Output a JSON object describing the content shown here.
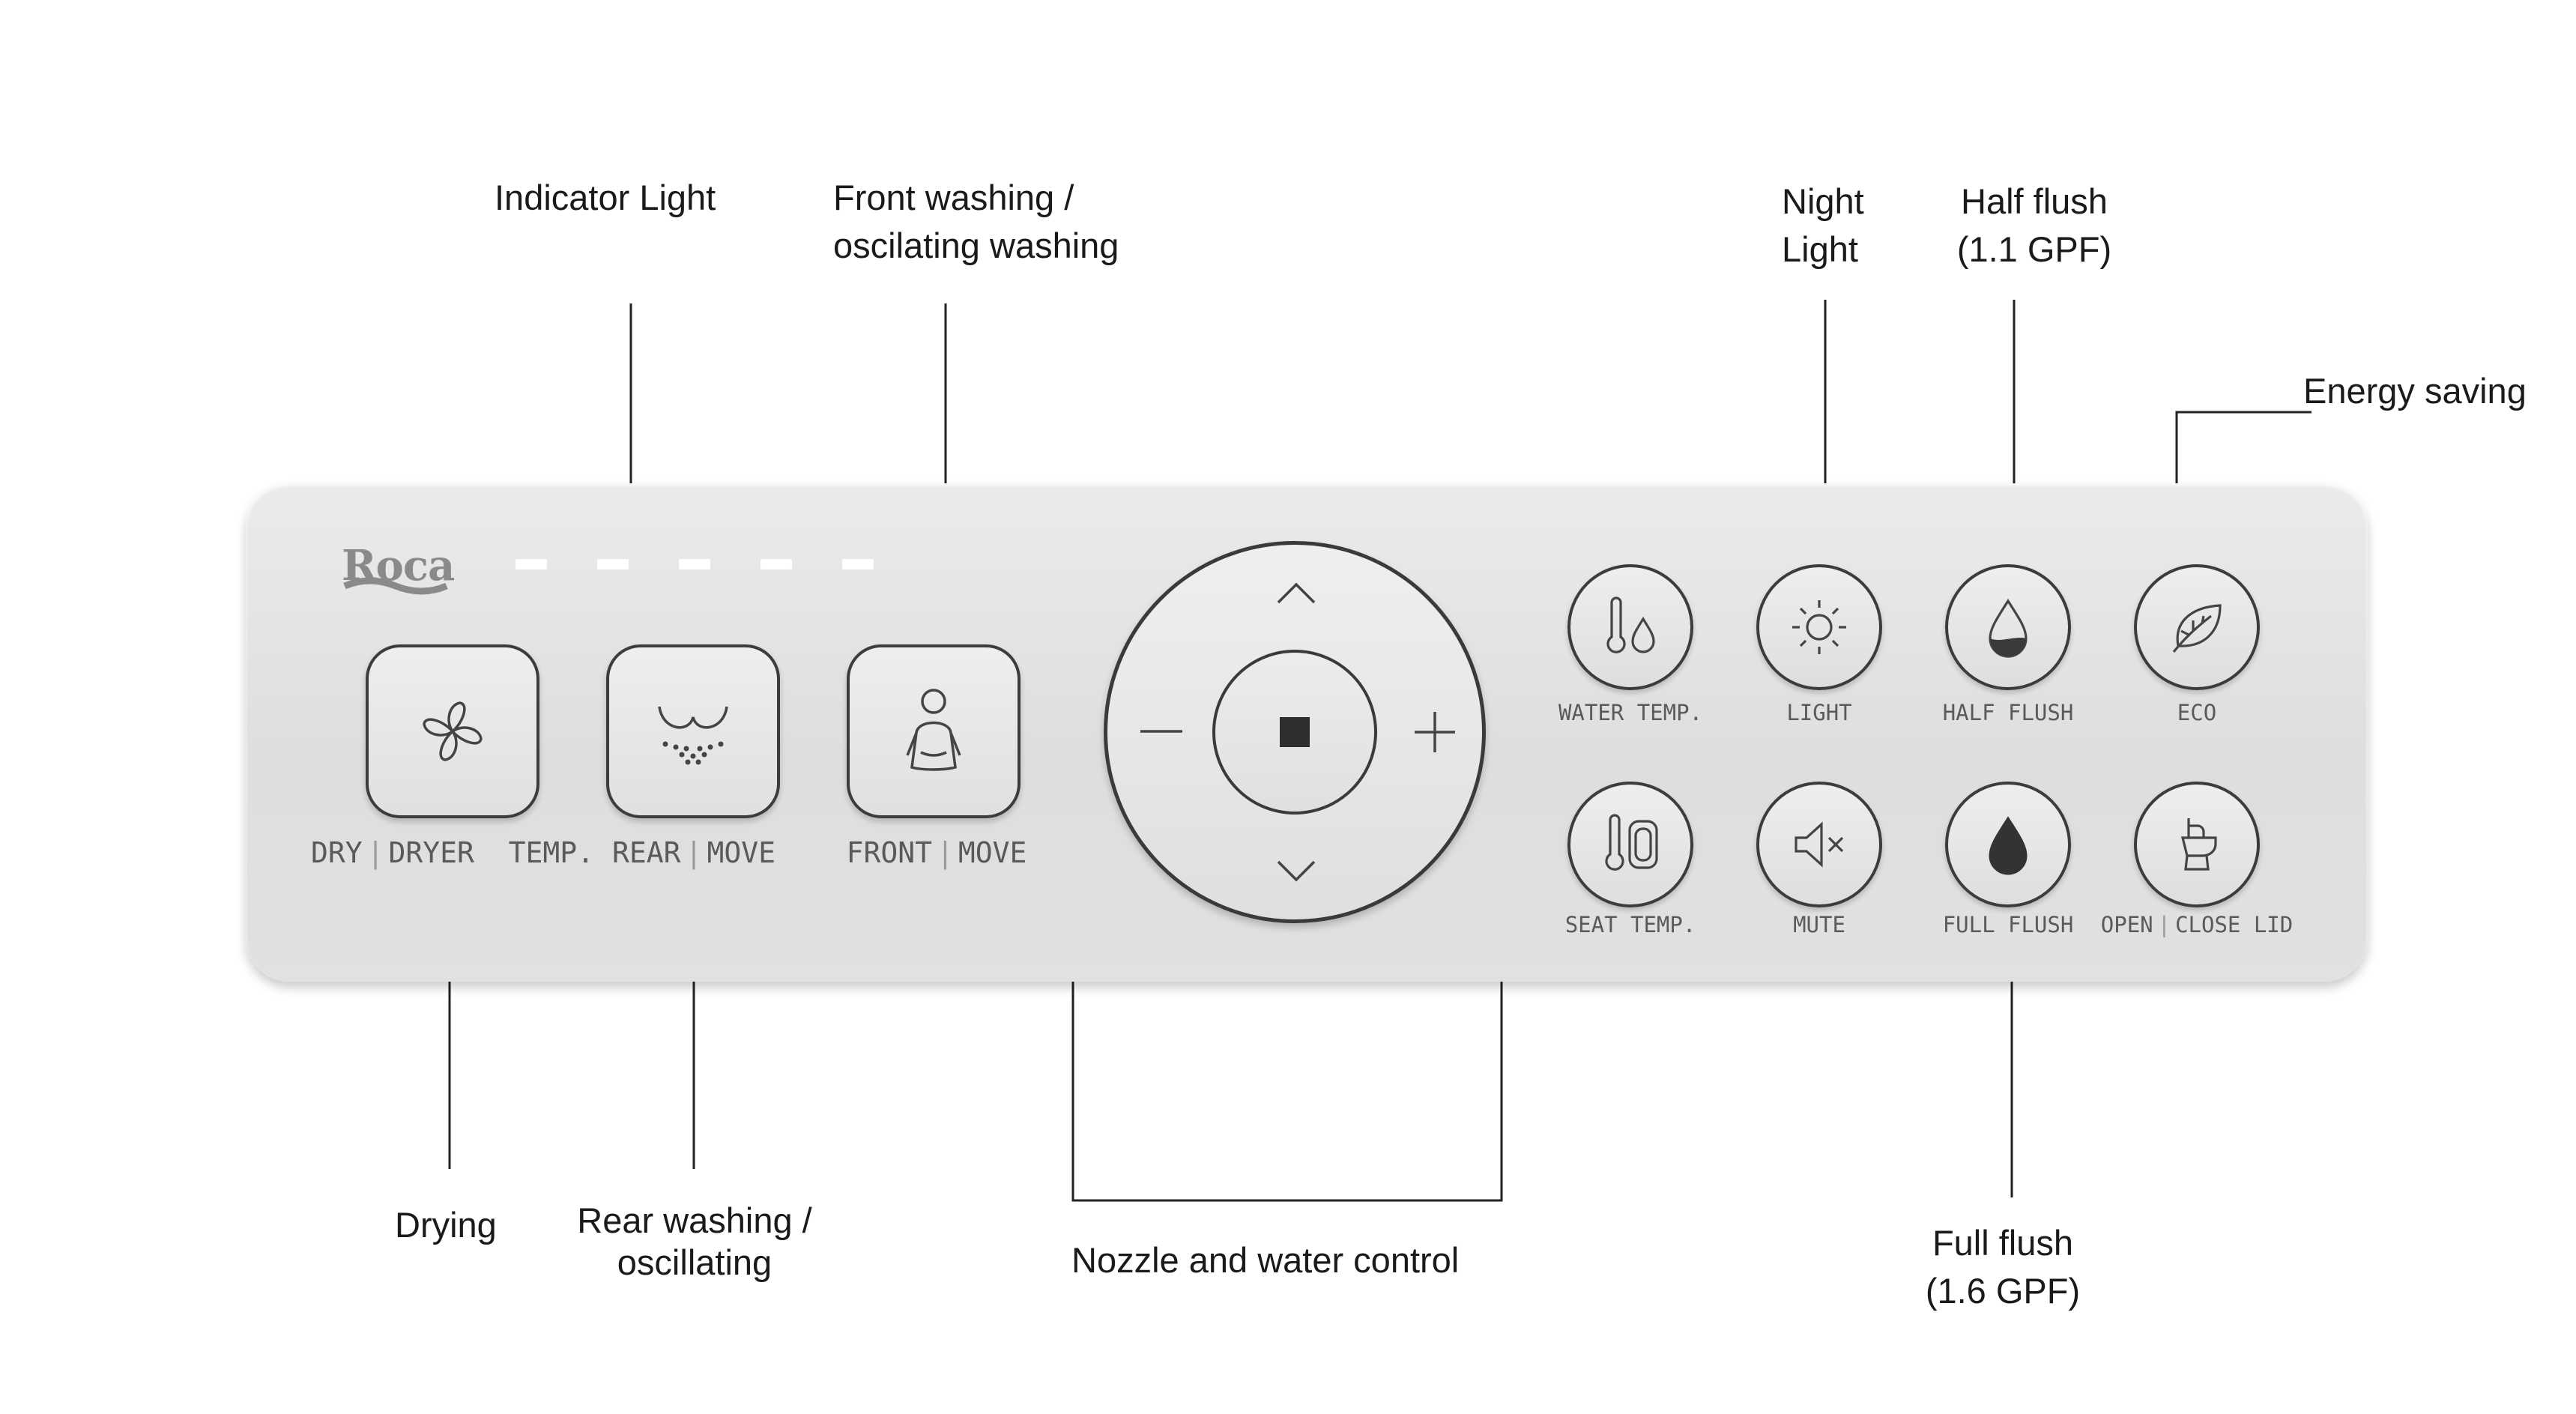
{
  "brand": {
    "logo_text": "Roca"
  },
  "colors": {
    "panel": "#e3e3e3",
    "ink": "#3c3c3c",
    "label": "#5a5a5a",
    "indicator": "#ffffff"
  },
  "indicator_lights": 5,
  "square_buttons": [
    {
      "icon": "fan-icon",
      "label_a": "DRY",
      "label_b": "DRYER  TEMP."
    },
    {
      "icon": "rear-spray-icon",
      "label_a": "REAR",
      "label_b": "MOVE"
    },
    {
      "icon": "person-icon",
      "label_a": "FRONT",
      "label_b": "MOVE"
    }
  ],
  "dial": {
    "center_icon": "stop-icon",
    "arrows": [
      "chevron-up-icon",
      "chevron-down-icon",
      "minus-icon",
      "plus-icon"
    ]
  },
  "round_buttons": [
    {
      "icon": "water-temp-icon",
      "label": "WATER TEMP."
    },
    {
      "icon": "sun-icon",
      "label": "LIGHT"
    },
    {
      "icon": "half-drop-icon",
      "label": "HALF FLUSH"
    },
    {
      "icon": "leaf-icon",
      "label": "ECO"
    },
    {
      "icon": "seat-temp-icon",
      "label": "SEAT TEMP."
    },
    {
      "icon": "mute-icon",
      "label": "MUTE"
    },
    {
      "icon": "full-drop-icon",
      "label": "FULL FLUSH"
    },
    {
      "icon": "toilet-lid-icon",
      "label_a": "OPEN",
      "label_b": "CLOSE LID"
    }
  ],
  "callouts": {
    "indicator_light": "Indicator Light",
    "front_washing_1": "Front washing /",
    "front_washing_2": "oscilating washing",
    "night_light_1": "Night",
    "night_light_2": "Light",
    "half_flush_1": "Half flush",
    "half_flush_2": "(1.1 GPF)",
    "energy_saving": "Energy saving",
    "drying": "Drying",
    "rear_washing_1": "Rear washing /",
    "rear_washing_2": "oscillating",
    "nozzle_control": "Nozzle and water control",
    "full_flush_1": "Full flush",
    "full_flush_2": "(1.6 GPF)"
  }
}
